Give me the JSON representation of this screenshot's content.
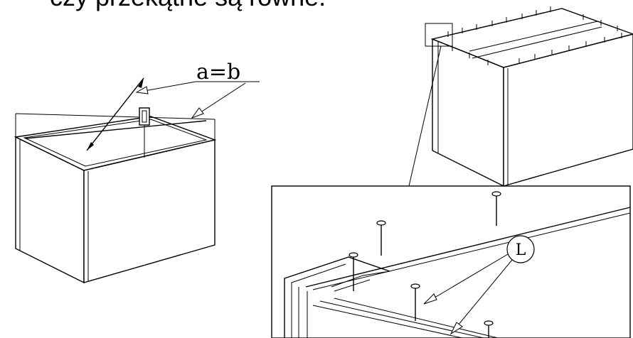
{
  "heading": "czy przekątne są równe.",
  "diagonal_label": "a=b",
  "detail_label": "L"
}
